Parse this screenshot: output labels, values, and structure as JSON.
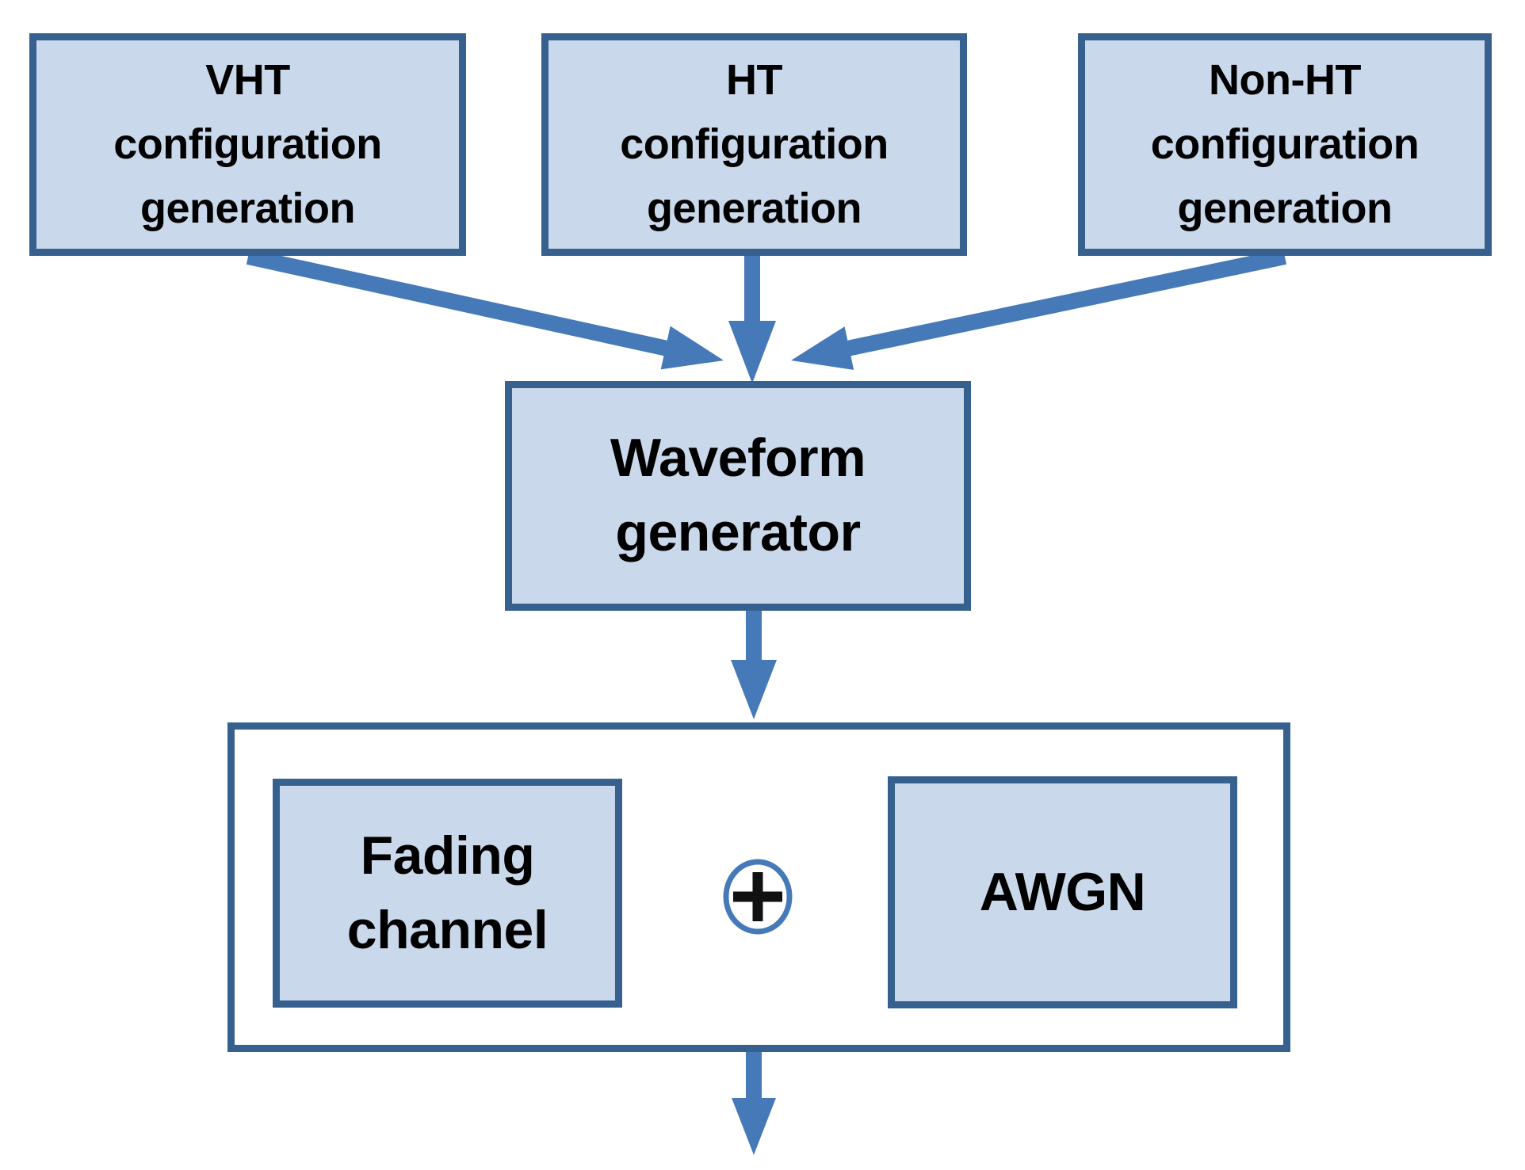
{
  "diagram": {
    "type": "flowchart",
    "nodes": {
      "vht": {
        "lines": [
          "VHT",
          "configuration",
          "generation"
        ]
      },
      "ht": {
        "lines": [
          "HT",
          "configuration",
          "generation"
        ]
      },
      "non_ht": {
        "lines": [
          "Non-HT",
          "configuration",
          "generation"
        ]
      },
      "waveform": {
        "lines": [
          "Waveform",
          "generator"
        ]
      },
      "fading": {
        "lines": [
          "Fading",
          "channel"
        ]
      },
      "awgn": {
        "lines": [
          "AWGN"
        ]
      },
      "sum_node": {
        "icon": "circled-plus",
        "symbol": "⊕"
      }
    },
    "edges": [
      {
        "from": "vht-configuration-generation",
        "to": "waveform-generator"
      },
      {
        "from": "ht-configuration-generation",
        "to": "waveform-generator"
      },
      {
        "from": "non-ht-configuration-generation",
        "to": "waveform-generator"
      },
      {
        "from": "waveform-generator",
        "to": "channel-container"
      },
      {
        "from": "channel-container",
        "to": "output"
      }
    ],
    "colors": {
      "box_fill": "#C9D8EA",
      "box_border": "#36618E",
      "arrow": "#4679B8",
      "text": "#000000",
      "plus_symbol": "#111111",
      "background": "#FFFFFF"
    }
  }
}
